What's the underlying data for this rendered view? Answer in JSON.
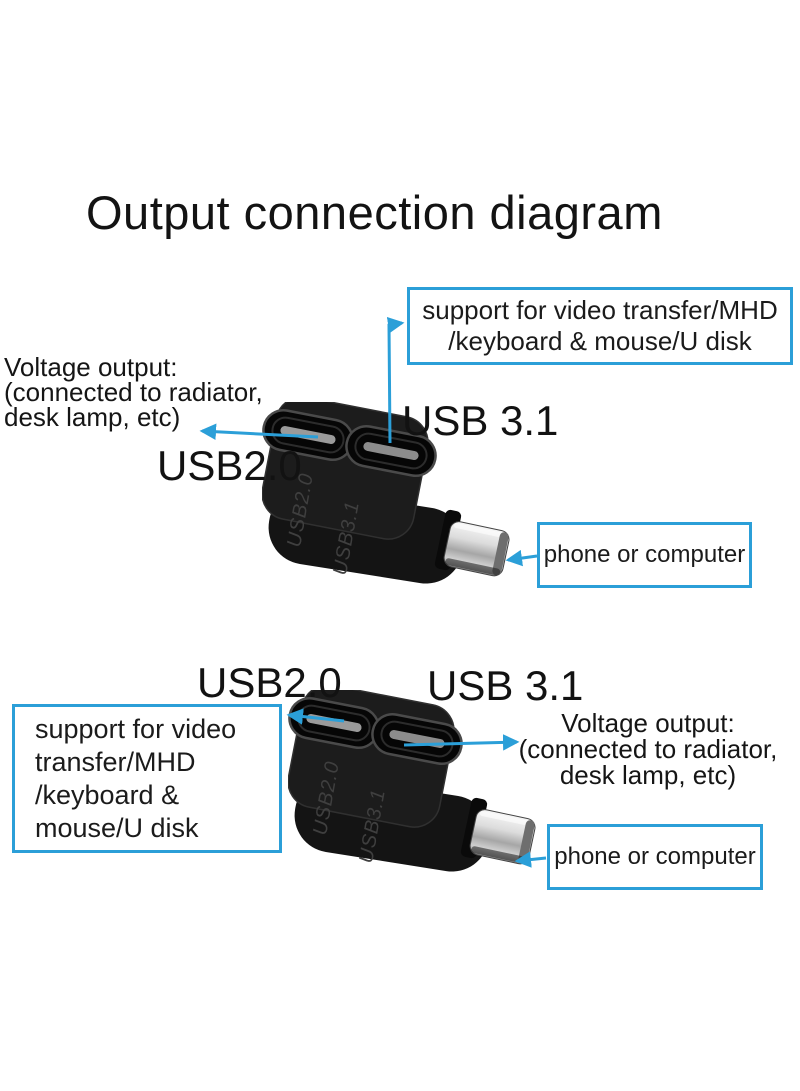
{
  "accent": "#2b9fd8",
  "title": "Output connection diagram",
  "adapter": {
    "port_top_label": "USB2.0",
    "port_bottom_label": "USB3.1"
  },
  "section1": {
    "support_box": {
      "line1": "support for video transfer/MHD",
      "line2": "/keyboard & mouse/U disk"
    },
    "voltage_note": {
      "line1": "Voltage output:",
      "line2": "(connected to radiator,",
      "line3": "desk lamp, etc)"
    },
    "usb20_label": "USB2.0",
    "usb31_label": "USB 3.1",
    "phone_label": "phone or computer"
  },
  "section2": {
    "support_box": {
      "line1": "support for video",
      "line2": "transfer/MHD",
      "line3": "/keyboard &",
      "line4": "mouse/U disk"
    },
    "voltage_note": {
      "line1": "Voltage output:",
      "line2": "(connected to radiator,",
      "line3": "desk lamp, etc)"
    },
    "usb20_label": "USB2.0",
    "usb31_label": "USB 3.1",
    "phone_label": "phone or computer"
  }
}
